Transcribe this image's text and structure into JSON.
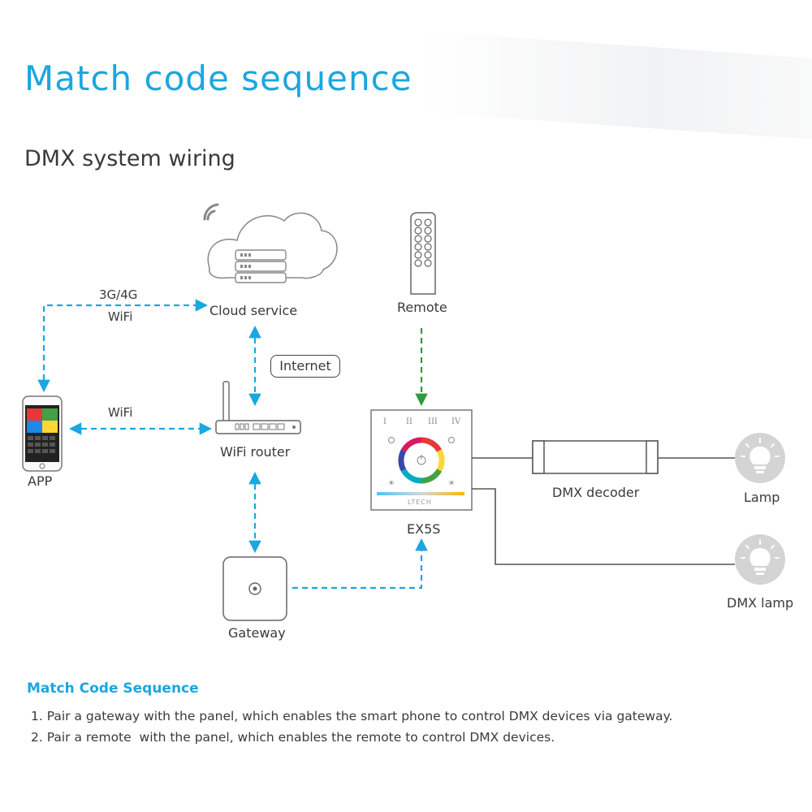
{
  "header": {
    "title": "Match code sequence",
    "subtitle": "DMX system wiring"
  },
  "diagram": {
    "nodes": {
      "cloud": "Cloud service",
      "remote": "Remote",
      "app": "APP",
      "router": "WiFi router",
      "gateway": "Gateway",
      "panel": "EX5S",
      "decoder": "DMX decoder",
      "lamp": "Lamp",
      "dmx_lamp": "DMX lamp"
    },
    "links": {
      "app_cloud_line1": "3G/4G",
      "app_cloud_line2": "WiFi",
      "app_router": "WiFi",
      "router_cloud": "Internet"
    },
    "panel_screen": {
      "zone_labels": [
        "I",
        "II",
        "III",
        "IV"
      ],
      "brand": "LTECH"
    },
    "colors": {
      "accent_blue": "#1aa7e0",
      "remote_arrow_green": "#2e9b3e",
      "wire": "#555555"
    }
  },
  "match_code": {
    "heading": "Match Code Sequence",
    "steps": [
      "1. Pair a gateway with the panel, which enables the smart phone to control DMX devices via gateway.",
      "2. Pair a remote  with the panel, which enables the remote to control DMX devices."
    ]
  }
}
